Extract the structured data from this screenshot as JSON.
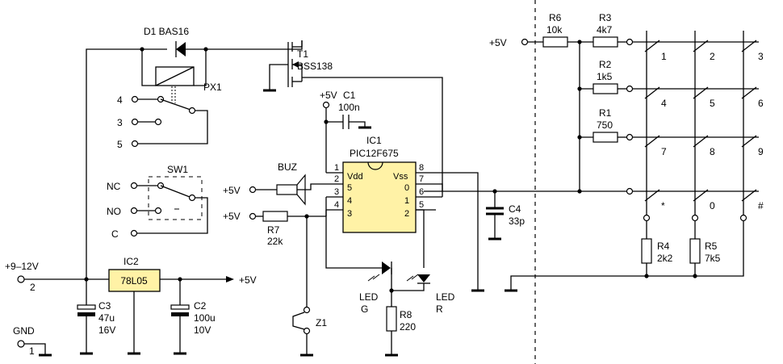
{
  "labels": {
    "d1": "D1 BAS16",
    "t1": "T1",
    "t1_part": "BSS138",
    "px1": "PX1",
    "relay_4": "4",
    "relay_3": "3",
    "relay_5": "5",
    "sw1": "SW1",
    "nc": "NC",
    "no": "NO",
    "c": "C",
    "supply_in": "+9–12V",
    "supply_pin": "2",
    "gnd": "GND",
    "gnd_pin": "1",
    "ic2": "IC2",
    "ic2_part": "78L05",
    "out_5v": "+5V",
    "c3": "C3",
    "c3_val": "47u",
    "c3_v": "16V",
    "c2": "C2",
    "c2_val": "100u",
    "c2_v": "10V",
    "c1_vcc": "+5V",
    "c1": "C1",
    "c1_val": "100n",
    "ic1": "IC1",
    "ic1_part": "PIC12F675",
    "buz": "BUZ",
    "buz_5v": "+5V",
    "r7_5v": "+5V",
    "r7": "R7",
    "r7_val": "22k",
    "z1": "Z1",
    "led_g_1": "LED",
    "led_g_2": "G",
    "led_r_1": "LED",
    "led_r_2": "R",
    "r8": "R8",
    "r8_val": "220",
    "c4": "C4",
    "c4_val": "33p",
    "kb_5v": "+5V",
    "r6": "R6",
    "r6_val": "10k",
    "r3": "R3",
    "r3_val": "4k7",
    "r2": "R2",
    "r2_val": "1k5",
    "r1": "R1",
    "r1_val": "750",
    "r4": "R4",
    "r4_val": "2k2",
    "r5": "R5",
    "r5_val": "7k5"
  },
  "ic1_pins": {
    "left_outer": [
      "1",
      "2",
      "3",
      "4"
    ],
    "left_inner": [
      "Vdd",
      "5",
      "4",
      "3"
    ],
    "right_outer": [
      "8",
      "7",
      "6",
      "5"
    ],
    "right_inner": [
      "Vss",
      "0",
      "1",
      "2"
    ]
  },
  "keypad_keys": [
    "1",
    "2",
    "3",
    "4",
    "5",
    "6",
    "7",
    "8",
    "9",
    "*",
    "0",
    "#"
  ],
  "colors": {
    "ic_fill": "#fff2a6",
    "line": "#000000"
  }
}
